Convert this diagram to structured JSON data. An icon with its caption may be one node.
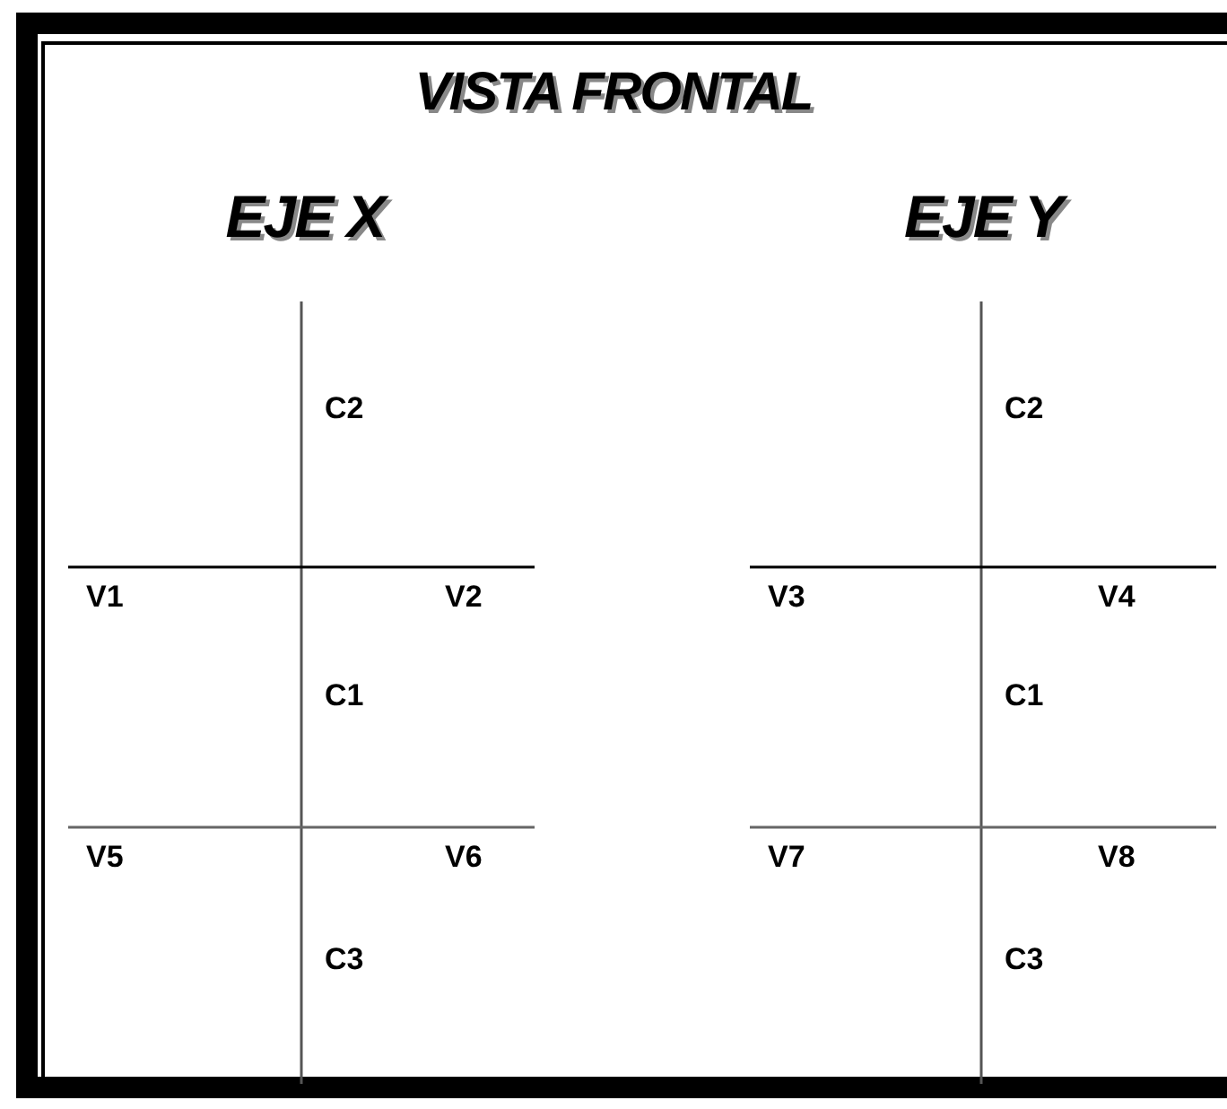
{
  "diagram": {
    "title": "VISTA FRONTAL",
    "labels": [
      "EJE X",
      "EJE Y",
      "C2",
      "C2",
      "V1",
      "V2",
      "V3",
      "V4",
      "C1",
      "C1",
      "V5",
      "V6",
      "V7",
      "V8",
      "C3",
      "C3"
    ]
  }
}
